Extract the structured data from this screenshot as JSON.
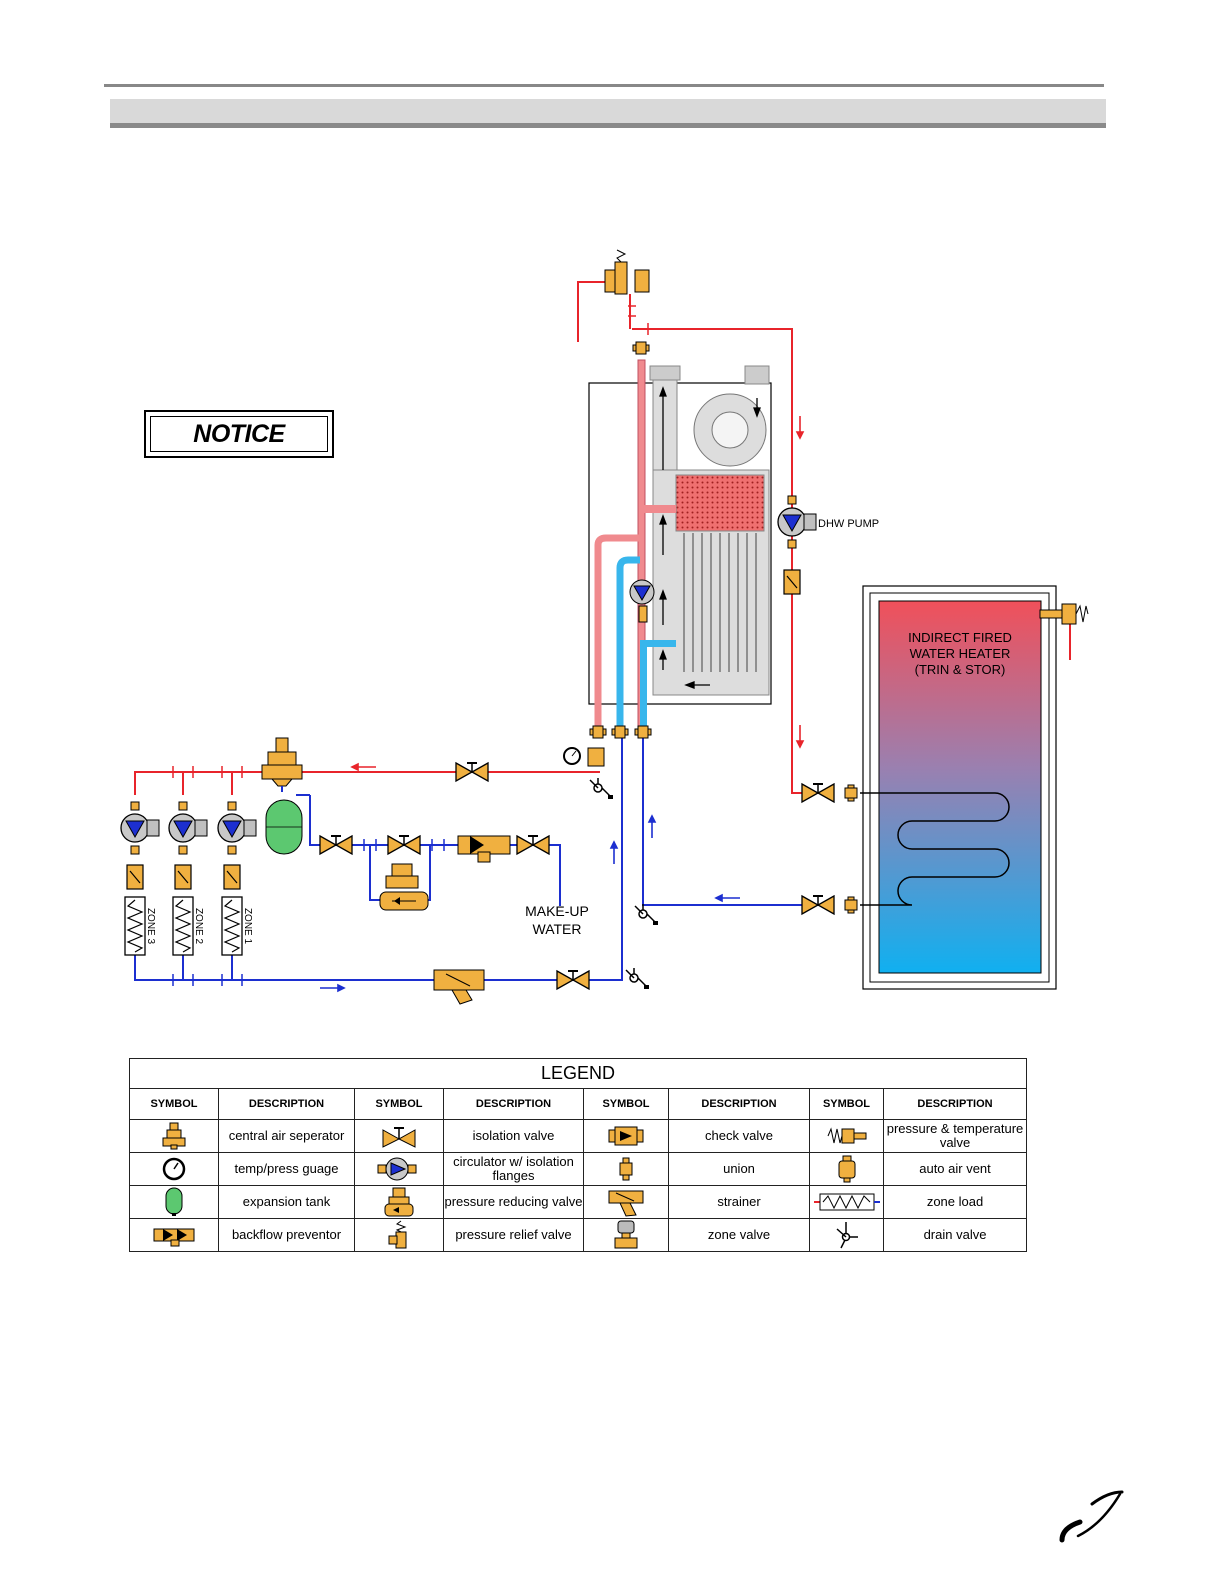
{
  "notice": {
    "label": "NOTICE"
  },
  "diagram_labels": {
    "dhw_pump": "DHW PUMP",
    "water_heater": [
      "INDIRECT FIRED",
      "WATER HEATER",
      "(TRIN & STOR)"
    ],
    "makeup_water": [
      "MAKE-UP",
      "WATER"
    ],
    "zones": [
      "ZONE 3",
      "ZONE 2",
      "ZONE 1"
    ]
  },
  "legend": {
    "title": "LEGEND",
    "columns": [
      "SYMBOL",
      "DESCRIPTION",
      "SYMBOL",
      "DESCRIPTION",
      "SYMBOL",
      "DESCRIPTION",
      "SYMBOL",
      "DESCRIPTION"
    ],
    "rows": [
      [
        {
          "icon": "central-air-separator-icon",
          "text": "central air seperator"
        },
        {
          "icon": "isolation-valve-icon",
          "text": "isolation valve"
        },
        {
          "icon": "check-valve-icon",
          "text": "check valve"
        },
        {
          "icon": "pressure-temperature-valve-icon",
          "text": "pressure & temperature valve"
        }
      ],
      [
        {
          "icon": "temp-press-gauge-icon",
          "text": "temp/press guage"
        },
        {
          "icon": "circulator-icon",
          "text": "circulator w/ isolation flanges"
        },
        {
          "icon": "union-icon",
          "text": "union"
        },
        {
          "icon": "auto-air-vent-icon",
          "text": "auto air vent"
        }
      ],
      [
        {
          "icon": "expansion-tank-icon",
          "text": "expansion tank"
        },
        {
          "icon": "pressure-reducing-valve-icon",
          "text": "pressure reducing valve"
        },
        {
          "icon": "strainer-icon",
          "text": "strainer"
        },
        {
          "icon": "zone-load-icon",
          "text": "zone load"
        }
      ],
      [
        {
          "icon": "backflow-preventor-icon",
          "text": "backflow preventor"
        },
        {
          "icon": "pressure-relief-valve-icon",
          "text": "pressure relief valve"
        },
        {
          "icon": "zone-valve-icon",
          "text": "zone valve"
        },
        {
          "icon": "drain-valve-icon",
          "text": "drain valve"
        }
      ]
    ]
  },
  "colors": {
    "supply": "#e8242b",
    "return": "#1c2fd0",
    "brass": "#f0b040",
    "tank_top": "#f0505a",
    "tank_bottom": "#10b0f0"
  }
}
